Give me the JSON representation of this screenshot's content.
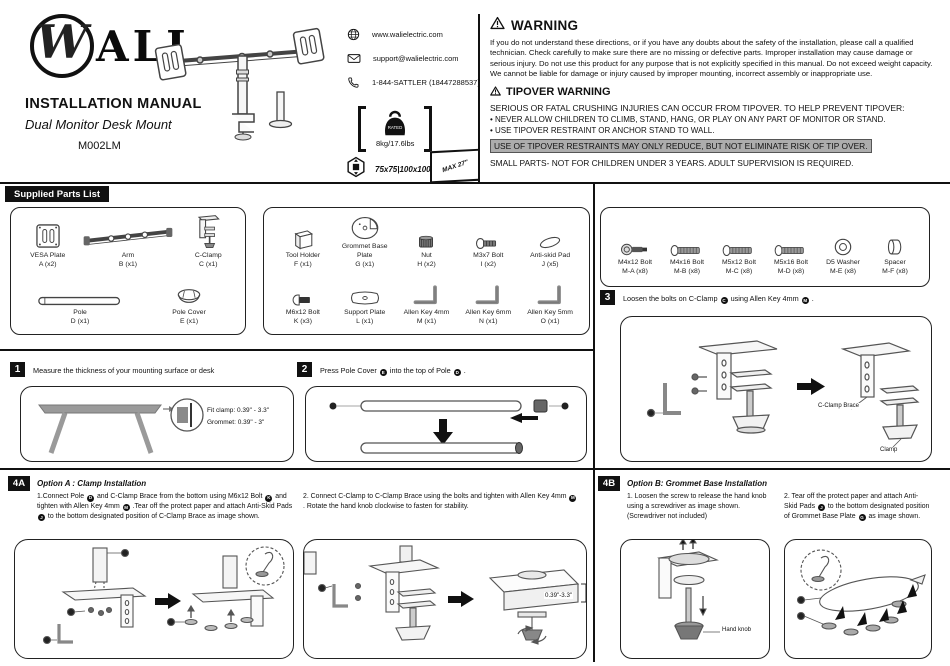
{
  "header": {
    "logo_w": "W",
    "logo_ali": "ALI",
    "title": "INSTALLATION MANUAL",
    "subtitle": "Dual Monitor Desk Mount",
    "model": "M002LM",
    "website": "www.walielectric.com",
    "email": "support@walielectric.com",
    "phone": "1-844-SATTLER (18447288537)",
    "rated_label": "RATED",
    "rated_weight": "8kg/17.6lbs",
    "vesa_pattern": "75x75|100x100",
    "max_monitor": "MAX 27\""
  },
  "warning": {
    "title": "WARNING",
    "body": "If you do not understand these directions, or if you have any doubts about the safety of the installation, please call a qualified technician. Check carefully to make sure there are no missing or defective parts. Improper installation may cause damage or serious injury. Do not use this product for any purpose that is not explicitly specified in this manual. Do not exceed weight capacity. We cannot be liable for damage or injury caused by improper mounting, incorrect assembly or inappropriate use.",
    "tipover_title": "TIPOVER WARNING",
    "tipover_lead": "SERIOUS OR FATAL CRUSHING INJURIES CAN OCCUR FROM TIPOVER. TO HELP PREVENT TIPOVER:",
    "bullets": [
      "• NEVER ALLOW CHILDREN TO CLIMB, STAND, HANG, OR PLAY ON ANY PART OF MONITOR OR STAND.",
      "• USE TIPOVER RESTRAINT OR ANCHOR STAND TO WALL."
    ],
    "highlight": "USE OF TIPOVER RESTRAINTS MAY ONLY REDUCE, BUT NOT ELIMINATE RISK OF TIP OVER.",
    "small_parts": "SMALL PARTS- NOT FOR CHILDREN UNDER 3 YEARS. ADULT SUPERVISION IS REQUIRED."
  },
  "parts": {
    "section_label": "Supplied Parts List",
    "box_a": [
      {
        "name": "VESA Plate",
        "code": "A (x2)",
        "icon": "vesa-plate"
      },
      {
        "name": "Arm",
        "code": "B (x1)",
        "icon": "arm"
      },
      {
        "name": "C-Clamp",
        "code": "C (x1)",
        "icon": "c-clamp"
      },
      {
        "name": "Pole",
        "code": "D (x1)",
        "icon": "pole"
      },
      {
        "name": "Pole Cover",
        "code": "E (x1)",
        "icon": "pole-cover"
      }
    ],
    "box_b": [
      {
        "name": "Tool Holder",
        "code": "F (x1)",
        "icon": "tool-holder"
      },
      {
        "name": "Grommet Base Plate",
        "code": "G (x1)",
        "icon": "grommet-base-plate"
      },
      {
        "name": "Nut",
        "code": "H (x2)",
        "icon": "nut"
      },
      {
        "name": "M3x7 Bolt",
        "code": "I (x2)",
        "icon": "bolt-short"
      },
      {
        "name": "Anti-skid Pad",
        "code": "J (x5)",
        "icon": "anti-skid-pad"
      },
      {
        "name": "M6x12 Bolt",
        "code": "K (x3)",
        "icon": "bolt-flat"
      },
      {
        "name": "Support Plate",
        "code": "L (x1)",
        "icon": "support-plate"
      },
      {
        "name": "Allen Key 4mm",
        "code": "M (x1)",
        "icon": "allen-key"
      },
      {
        "name": "Allen Key 6mm",
        "code": "N (x1)",
        "icon": "allen-key"
      },
      {
        "name": "Allen Key 5mm",
        "code": "O (x1)",
        "icon": "allen-key"
      }
    ],
    "box_c": [
      {
        "name": "M4x12 Bolt",
        "code": "M-A (x8)",
        "icon": "bolt-head"
      },
      {
        "name": "M4x16 Bolt",
        "code": "M-B (x8)",
        "icon": "bolt-pan"
      },
      {
        "name": "M5x12 Bolt",
        "code": "M-C (x8)",
        "icon": "bolt-pan"
      },
      {
        "name": "M5x16 Bolt",
        "code": "M-D (x8)",
        "icon": "bolt-pan"
      },
      {
        "name": "D5 Washer",
        "code": "M-E (x8)",
        "icon": "washer"
      },
      {
        "name": "Spacer",
        "code": "M-F (x8)",
        "icon": "spacer"
      }
    ]
  },
  "steps": {
    "step1": {
      "num": "1",
      "text": "Measure the thickness of your mounting surface or desk",
      "fit_clamp": "Fit clamp: 0.39\" - 3.3\"",
      "grommet": "Grommet: 0.39\" - 3\""
    },
    "step2": {
      "num": "2",
      "segments": [
        {
          "t": "Press Pole Cover "
        },
        {
          "b": "E"
        },
        {
          "t": " into the top of Pole "
        },
        {
          "b": "D"
        },
        {
          "t": " ."
        }
      ]
    },
    "step3": {
      "num": "3",
      "segments": [
        {
          "t": "Loosen the bolts on C-Clamp "
        },
        {
          "b": "C"
        },
        {
          "t": " using Allen Key 4mm "
        },
        {
          "b": "M"
        },
        {
          "t": " ."
        }
      ],
      "label_brace": "C-Clamp Brace",
      "label_clamp": "Clamp"
    }
  },
  "option_a": {
    "num": "4A",
    "heading": "Option A : Clamp Installation",
    "step1_segments": [
      {
        "t": "1.Connect Pole "
      },
      {
        "b": "D"
      },
      {
        "t": " and C-Clamp Brace from the bottom using M6x12 Bolt "
      },
      {
        "b": "K"
      },
      {
        "t": " and tighten with Allen Key 4mm "
      },
      {
        "b": "M"
      },
      {
        "t": " .Tear off the protect paper and attach Anti-Skid Pads "
      },
      {
        "b": "J"
      },
      {
        "t": " to the bottom designated position of C-Clamp Brace as image shown."
      }
    ],
    "step2_segments": [
      {
        "t": "2. Connect C-Clamp to C-Clamp Brace using the bolts and tighten with Allen Key 4mm "
      },
      {
        "b": "M"
      },
      {
        "t": " . Rotate the hand knob clockwise to fasten for stability."
      }
    ],
    "dim_label": "0.39\"-3.3\""
  },
  "option_b": {
    "num": "4B",
    "heading": "Option B: Grommet Base Installation",
    "step1_text": "1. Loosen the screw to release the hand knob using a screwdriver as image shown. (Screwdriver not included)",
    "step2_segments": [
      {
        "t": "2. Tear off the protect paper and attach Anti-Skid Pads "
      },
      {
        "b": "J"
      },
      {
        "t": " to the bottom designated position of Grommet Base Plate "
      },
      {
        "b": "G"
      },
      {
        "t": " as image shown."
      }
    ],
    "hand_knob_label": "Hand knob"
  }
}
